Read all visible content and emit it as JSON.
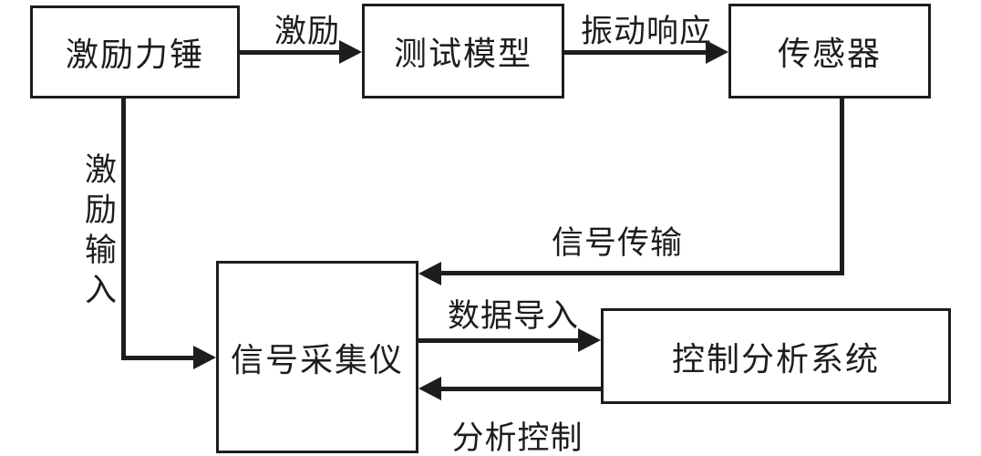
{
  "diagram": {
    "nodes": {
      "hammer": {
        "label": "激励力锤"
      },
      "model": {
        "label": "测试模型"
      },
      "sensor": {
        "label": "传感器"
      },
      "daq": {
        "label": "信号采集仪"
      },
      "control": {
        "label": "控制分析系统"
      }
    },
    "edges": {
      "excitation": {
        "label": "激励",
        "from": "hammer",
        "to": "model"
      },
      "vibration_response": {
        "label": "振动响应",
        "from": "model",
        "to": "sensor"
      },
      "signal_transmission": {
        "label": "信号传输",
        "from": "sensor",
        "to": "daq"
      },
      "excitation_input": {
        "label": "激励输入",
        "from": "hammer",
        "to": "daq"
      },
      "data_import": {
        "label": "数据导入",
        "from": "daq",
        "to": "control"
      },
      "analysis_control": {
        "label": "分析控制",
        "from": "control",
        "to": "daq"
      }
    },
    "colors": {
      "line": "#1d1d1d",
      "background": "#ffffff",
      "text": "#1d1d1d"
    }
  }
}
